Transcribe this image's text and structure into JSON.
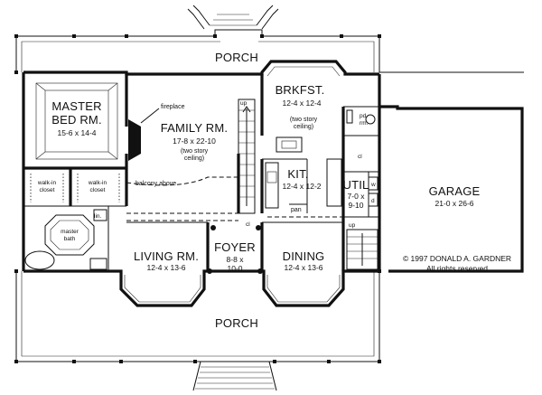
{
  "rooms": {
    "porch_top": "PORCH",
    "porch_bottom": "PORCH",
    "master_line1": "MASTER",
    "master_line2": "BED RM.",
    "master_dim": "15-6  x  14-4",
    "fireplace": "fireplace",
    "family": "FAMILY RM.",
    "family_dim": "17-8  x  22-10",
    "family_note1": "(two story",
    "family_note2": "ceiling)",
    "balcony": "balcony above",
    "up_stair": "up",
    "brkfst": "BRKFST.",
    "brkfst_dim": "12-4  x  12-4",
    "brkfst_note1": "(two story",
    "brkfst_note2": "ceiling)",
    "kit": "KIT.",
    "kit_dim": "12-4  x  12-2",
    "pan": "pan",
    "pd_rm1": "pd.",
    "pd_rm2": "rm.",
    "cl_util": "cl",
    "util": "UTIL",
    "util_dim1": "7-0  x",
    "util_dim2": "9-10",
    "washer": "w",
    "dryer": "d",
    "up_util": "up",
    "garage": "GARAGE",
    "garage_dim": "21-0  x  26-6",
    "walkin_left1": "walk-in",
    "walkin_left2": "closet",
    "walkin_right1": "walk-in",
    "walkin_right2": "closet",
    "master_bath1": "master",
    "master_bath2": "bath",
    "lin": "lin.",
    "cl_foyer": "cl",
    "living": "LIVING RM.",
    "living_dim": "12-4  x  13-6",
    "foyer": "FOYER",
    "foyer_dim1": "8-8  x",
    "foyer_dim2": "10-0",
    "dining": "DINING",
    "dining_dim": "12-4  x  13-6"
  },
  "copyright": {
    "line1": "© 1997 DONALD A. GARDNER",
    "line2": "All rights reserved"
  }
}
